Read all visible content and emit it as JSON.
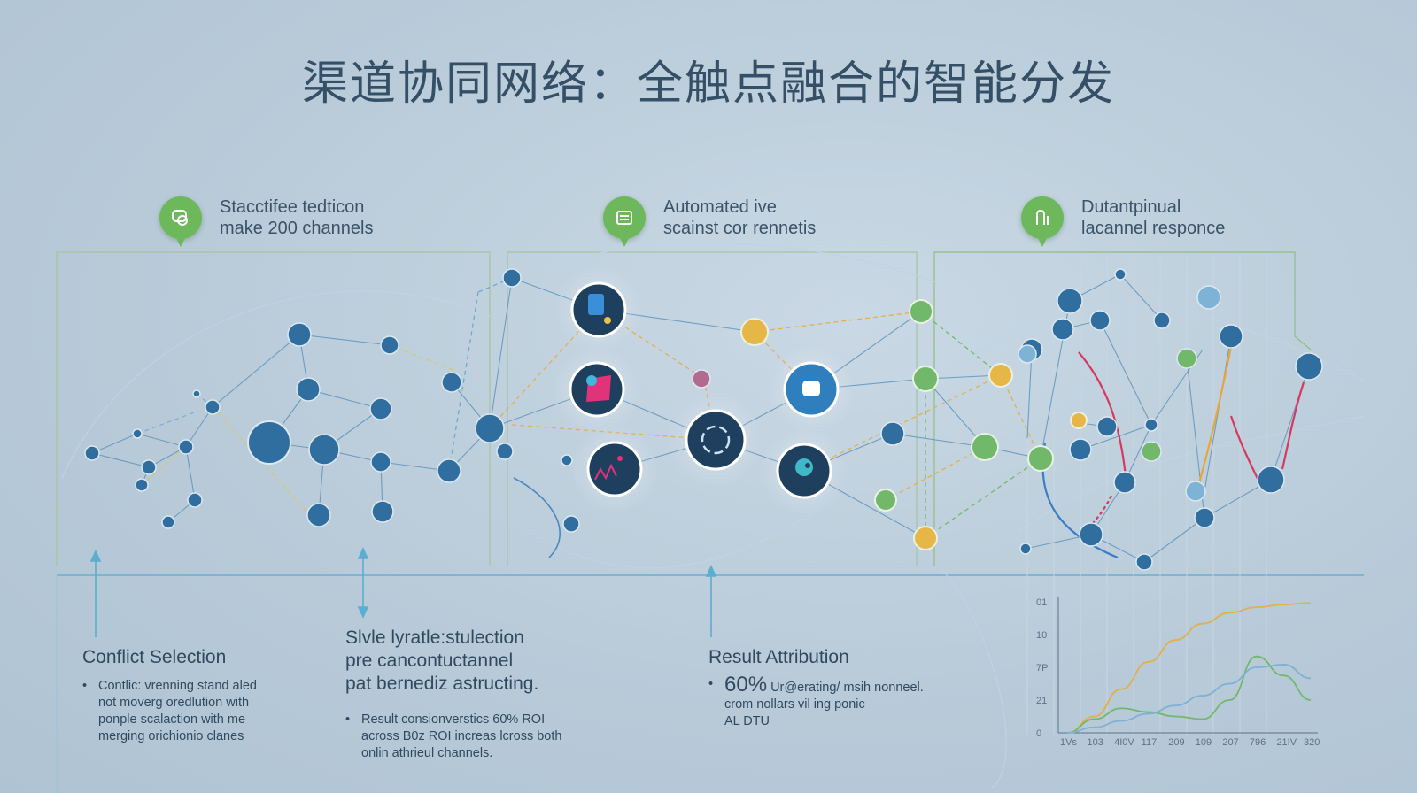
{
  "title": "渠道协同网络：全触点融合的智能分发",
  "callouts": [
    {
      "lines": [
        "Stacctifee tedticon",
        "make 200 channels"
      ],
      "icon": "chat-bubble-icon"
    },
    {
      "lines": [
        "Automated ive",
        "scainst cor rennetis"
      ],
      "icon": "document-list-icon"
    },
    {
      "lines": [
        "Dutantpinual",
        "lacannel responce"
      ],
      "icon": "route-icon"
    }
  ],
  "bottom": {
    "left": {
      "heading": "Conflict Selection",
      "bullet_lines": [
        "Contlic: vrenning stand aled",
        "not moverg oredlution with",
        "ponple scalaction with me",
        "merging orichionio clanes"
      ]
    },
    "middle": {
      "heading_lines": [
        "Slvle lyratle:stulection",
        "pre cancontuctannel",
        "pat bernediz astructing."
      ],
      "bullet_lines": [
        "Result consionverstics 60% ROI",
        "across B0z ROI increas lcross both",
        "onlin athrieul channels."
      ]
    },
    "right": {
      "heading": "Result Attribution",
      "stat": "60%",
      "bullet_lines": [
        "Ur@erating/ msih nonneel.",
        "crom nollars vil ing ponic",
        "AL DTU"
      ]
    }
  },
  "chart_data": {
    "type": "line",
    "x": [
      "1Vs",
      "103",
      "4I0V",
      "117",
      "209",
      "109",
      "207",
      "796",
      "21IV",
      "320"
    ],
    "y_ticks": [
      "0",
      "21",
      "7P",
      "10",
      "01"
    ],
    "series": [
      {
        "color": "#e0b04a",
        "values": [
          0,
          30,
          80,
          130,
          170,
          200,
          220,
          230,
          235,
          238
        ]
      },
      {
        "color": "#72b86a",
        "values": [
          0,
          25,
          45,
          38,
          30,
          25,
          60,
          140,
          105,
          60
        ]
      },
      {
        "color": "#7fb0d6",
        "values": [
          0,
          10,
          22,
          35,
          50,
          68,
          90,
          120,
          125,
          100
        ]
      }
    ]
  },
  "colors": {
    "accent_green": "#6db85a",
    "node_blue": "#2f6e9e",
    "node_dark": "#1f3f5f",
    "arrow": "#5aaed0"
  }
}
